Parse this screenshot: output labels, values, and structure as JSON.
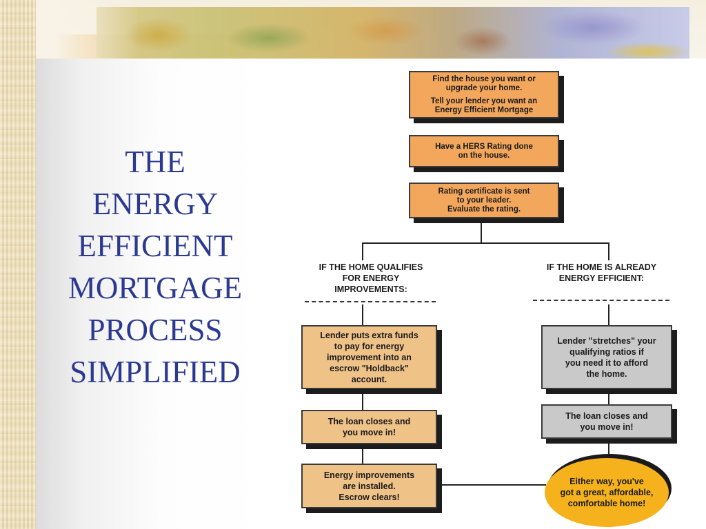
{
  "slide": {
    "title_lines": [
      "THE",
      "ENERGY",
      "EFFICIENT",
      "MORTGAGE",
      "PROCESS",
      "SIMPLIFIED"
    ]
  },
  "flowchart": {
    "step1": [
      "Find the house you want or",
      "upgrade your home.",
      "",
      "Tell your lender you want an",
      "Energy Efficient Mortgage"
    ],
    "step2": [
      "Have a HERS Rating done",
      "on the house."
    ],
    "step3": [
      "Rating certificate is sent",
      "to your leader.",
      "Evaluate the rating."
    ],
    "left_branch": {
      "header": [
        "IF THE HOME QUALIFIES",
        "FOR ENERGY",
        "IMPROVEMENTS:"
      ],
      "box1": [
        "Lender puts extra funds",
        "to pay for energy",
        "improvement into an",
        "escrow \"Holdback\"",
        "account."
      ],
      "box2": [
        "The loan closes and",
        "you move in!"
      ],
      "box3": [
        "Energy improvements",
        "are installed.",
        "Escrow clears!"
      ]
    },
    "right_branch": {
      "header": [
        "IF THE HOME IS ALREADY",
        "ENERGY EFFICIENT:"
      ],
      "box1": [
        "Lender \"stretches\" your",
        "qualifying ratios if",
        "you need it to afford",
        "the home."
      ],
      "box2": [
        "The loan closes and",
        "you move in!"
      ]
    },
    "outcome": [
      "Either way, you've",
      "got a great, affordable,",
      "comfortable home!"
    ]
  }
}
